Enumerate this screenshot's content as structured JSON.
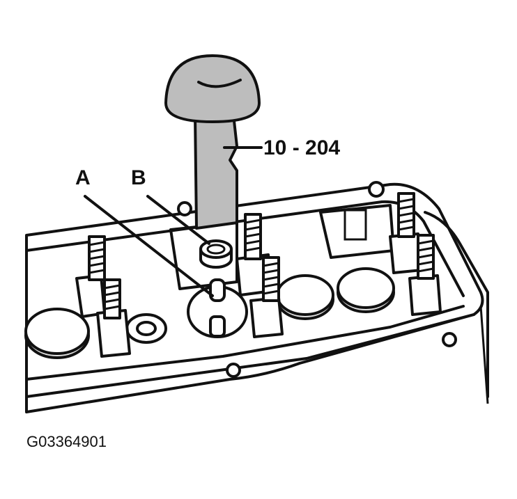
{
  "figure": {
    "label_tool": "10 - 204",
    "label_a": "A",
    "label_b": "B",
    "caption": "G03364901"
  }
}
